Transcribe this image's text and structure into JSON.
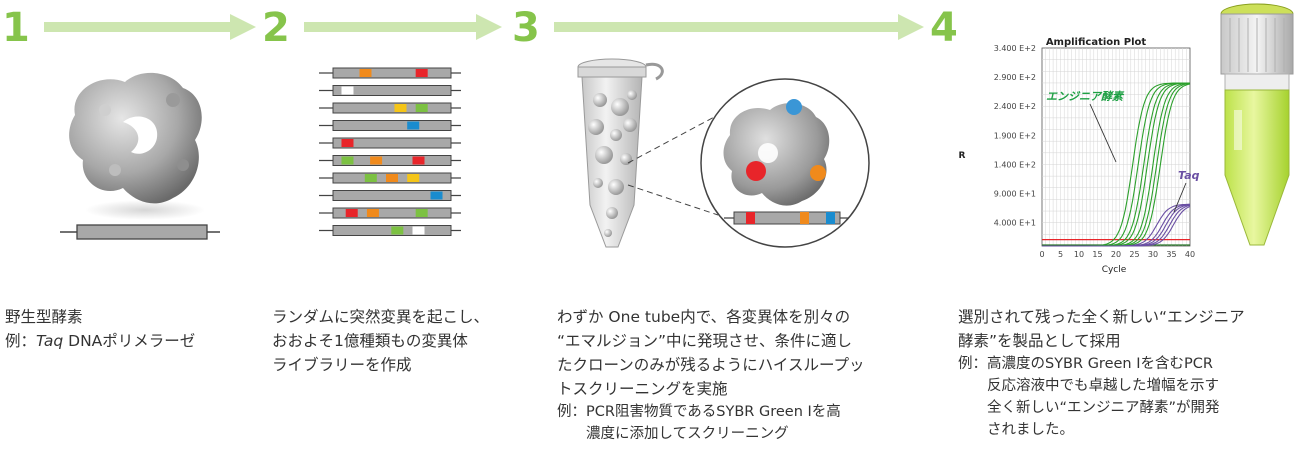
{
  "steps": [
    {
      "number": "1"
    },
    {
      "number": "2"
    },
    {
      "number": "3"
    },
    {
      "number": "4"
    }
  ],
  "captions": {
    "step1": {
      "line1": "野生型酵素",
      "example_label": "例：",
      "example_italic": "Taq",
      "example_rest": " DNAポリメラーゼ"
    },
    "step2": {
      "line1": "ランダムに突然変異を起こし、",
      "line2": "おおよそ1億種類もの変異体",
      "line3": "ライブラリーを作成"
    },
    "step3": {
      "line1": "わずか One tube内で、各変異体を別々の",
      "line2": "“エマルジョン”中に発現させ、条件に適し",
      "line3": "たクローンのみが残るようにハイスループッ",
      "line4": "トスクリーニングを実施",
      "example_label": "例：",
      "example_line1": "PCR阻害物質であるSYBR Green Iを高",
      "example_line2": "濃度に添加してスクリーニング"
    },
    "step4": {
      "line1": "選別されて残った全く新しい“エンジニア",
      "line2": "酵素”を製品として採用",
      "example_label": "例：",
      "example_line1": "高濃度のSYBR Green Iを含むPCR",
      "example_line2": "反応溶液中でも卓越した増幅を示す",
      "example_line3": "全く新しい“エンジニア酵素”が開発",
      "example_line4": "されました。"
    }
  },
  "mutant_library": {
    "rows": [
      [
        {
          "pos": 0.25,
          "color": "#f08a1c"
        },
        {
          "pos": 0.78,
          "color": "#e8252a"
        }
      ],
      [
        {
          "pos": 0.08,
          "color": "#ffffff"
        }
      ],
      [
        {
          "pos": 0.58,
          "color": "#f5c518"
        },
        {
          "pos": 0.78,
          "color": "#7cc142"
        }
      ],
      [
        {
          "pos": 0.7,
          "color": "#1a8ccf"
        }
      ],
      [
        {
          "pos": 0.08,
          "color": "#e8252a"
        }
      ],
      [
        {
          "pos": 0.08,
          "color": "#7cc142"
        },
        {
          "pos": 0.35,
          "color": "#f08a1c"
        },
        {
          "pos": 0.75,
          "color": "#e8252a"
        }
      ],
      [
        {
          "pos": 0.3,
          "color": "#7cc142"
        },
        {
          "pos": 0.5,
          "color": "#f08a1c"
        },
        {
          "pos": 0.7,
          "color": "#f5c518"
        }
      ],
      [
        {
          "pos": 0.92,
          "color": "#1a8ccf"
        }
      ],
      [
        {
          "pos": 0.12,
          "color": "#e8252a"
        },
        {
          "pos": 0.32,
          "color": "#f08a1c"
        },
        {
          "pos": 0.78,
          "color": "#7cc142"
        }
      ],
      [
        {
          "pos": 0.55,
          "color": "#7cc142"
        },
        {
          "pos": 0.75,
          "color": "#ffffff"
        }
      ]
    ]
  },
  "chart_data": {
    "type": "line",
    "title": "Amplification Plot",
    "xlabel": "Cycle",
    "ylabel": "R",
    "xlim": [
      0,
      40
    ],
    "ylim": [
      0,
      34000
    ],
    "x_ticks": [
      "0",
      "5",
      "10",
      "15",
      "20",
      "25",
      "30",
      "35",
      "40"
    ],
    "y_ticks": [
      {
        "value": 4000,
        "label": "4.000 E+1"
      },
      {
        "value": 9000,
        "label": "9.000 E+1"
      },
      {
        "value": 14000,
        "label": "1.400 E+2"
      },
      {
        "value": 19000,
        "label": "1.900 E+2"
      },
      {
        "value": 24000,
        "label": "2.400 E+2"
      },
      {
        "value": 29000,
        "label": "2.900 E+2"
      },
      {
        "value": 34000,
        "label": "3.400 E+2"
      }
    ],
    "grid": true,
    "threshold": 1100,
    "series": [
      {
        "name": "エンジニア酵素",
        "color": "#2ca02c",
        "midpoints": [
          24.5,
          26,
          27.5,
          28.5,
          30,
          31,
          32
        ],
        "plateau": 28000
      },
      {
        "name": "Taq",
        "color": "#6a4fa3",
        "midpoints": [
          31,
          32.5,
          33.5,
          34.5,
          35.5
        ],
        "plateau": 7200
      }
    ]
  },
  "colors": {
    "accent_green": "#86c44b",
    "arrow_green": "#cde6b0",
    "bar_gray": "#a8a8a8"
  }
}
